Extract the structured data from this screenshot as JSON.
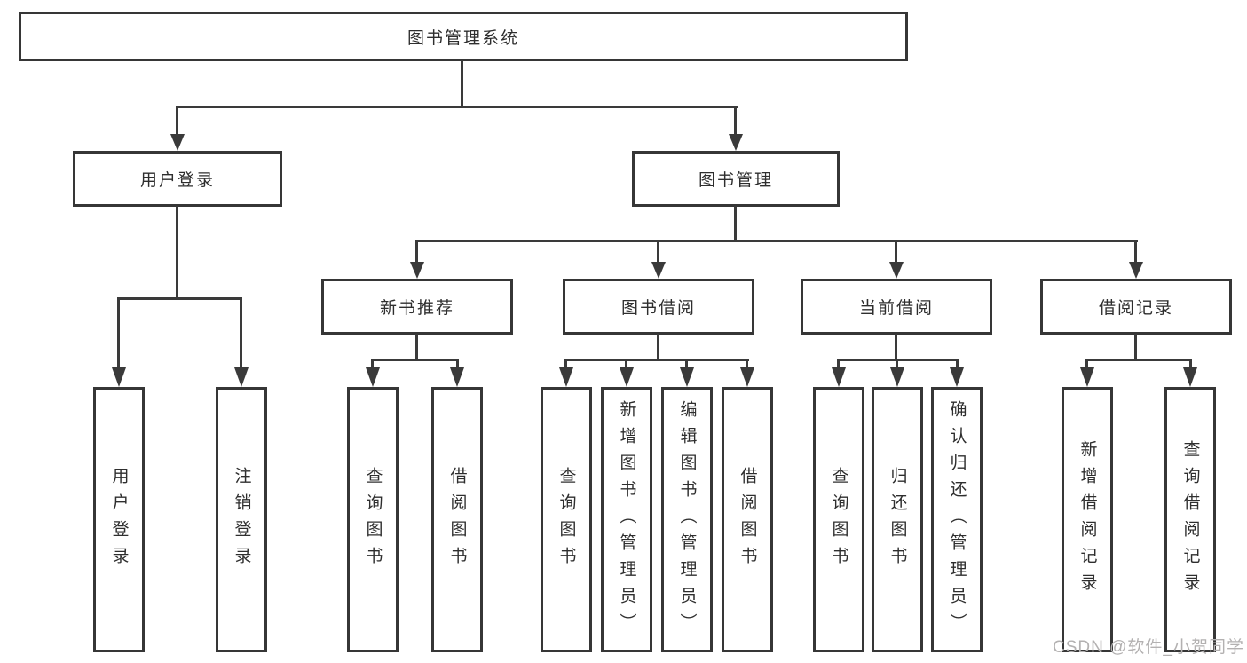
{
  "colors": {
    "line": "#3a3a3a",
    "box_border": "#363636",
    "box_background": "#ffffff",
    "text": "#2e2e2e",
    "watermark_text": "#b3b1b1"
  },
  "nodes": {
    "root": "图书管理系统",
    "level1": [
      {
        "id": "user-login",
        "label": "用户登录"
      },
      {
        "id": "book-management",
        "label": "图书管理"
      }
    ],
    "level2": [
      {
        "id": "new-book-recommend",
        "label": "新书推荐"
      },
      {
        "id": "book-borrow",
        "label": "图书借阅"
      },
      {
        "id": "current-borrow",
        "label": "当前借阅"
      },
      {
        "id": "borrow-records",
        "label": "借阅记录"
      }
    ],
    "leaves": {
      "user_login": [
        "用户登录",
        "注销登录"
      ],
      "new_book": [
        "查询图书",
        "借阅图书"
      ],
      "book_borrow": [
        "查询图书",
        "新增图书（管理员）",
        "编辑图书（管理员）",
        "借阅图书"
      ],
      "current_borrow": [
        "查询图书",
        "归还图书",
        "确认归还（管理员）"
      ],
      "borrow_record": [
        "新增借阅记录",
        "查询借阅记录"
      ]
    }
  },
  "watermark": "CSDN @软件_小贺同学"
}
